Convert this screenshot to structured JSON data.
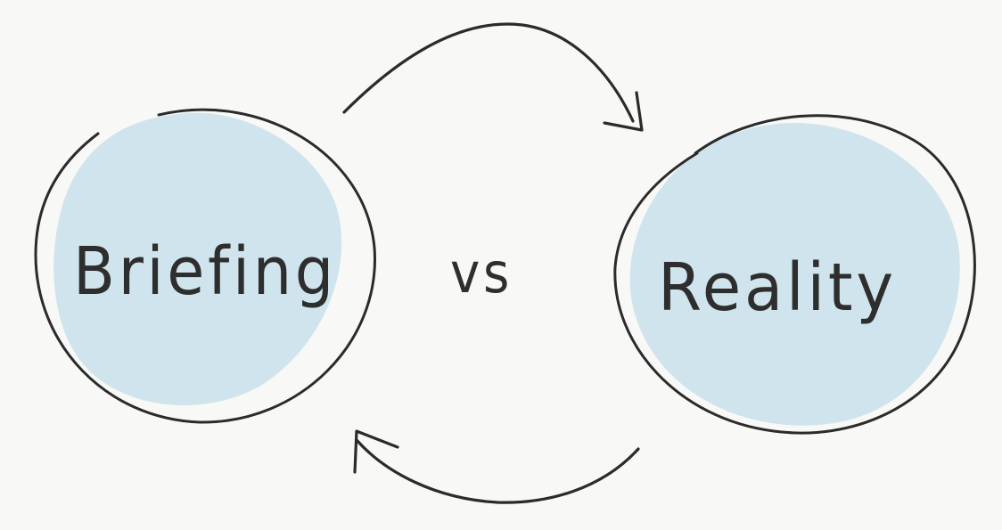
{
  "diagram": {
    "left_node": {
      "label": "Briefing"
    },
    "right_node": {
      "label": "Reality"
    },
    "connector": {
      "label": "vs"
    },
    "colors": {
      "background": "#f8f8f6",
      "fill": "#cfe4ec",
      "ink": "#2b2b2b"
    }
  }
}
